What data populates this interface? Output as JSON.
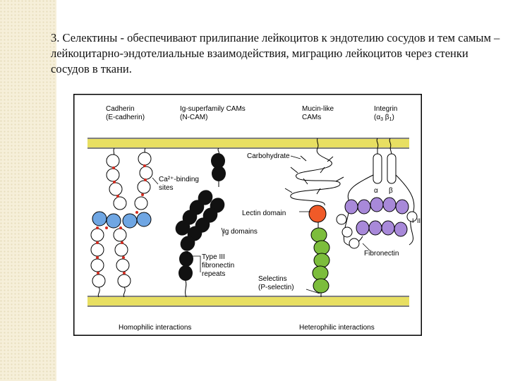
{
  "slide": {
    "text": "3. Селектины - обеспечивают прилипание лейкоцитов к эндотелию сосудов и тем самым – лейкоцитарно-эндотелиальные взаимодействия, миграцию лейкоцитов через стенки сосудов в ткани."
  },
  "figure": {
    "colors": {
      "membrane": "#e8df62",
      "frame": "#000000",
      "calcium_site": "#d42a1e",
      "cadherin_blue": "#6fa6e3",
      "ncam": "#111111",
      "lectin": "#f05a28",
      "selectin": "#7cbd3c",
      "fibronectin": "#a889d9"
    },
    "labels": {
      "cadherin": "Cadherin",
      "cadherin_sub": "(E-cadherin)",
      "ig_superfamily": "Ig-superfamily CAMs",
      "ig_superfamily_sub": "(N-CAM)",
      "mucin": "Mucin-like",
      "mucin_sub": "CAMs",
      "integrin": "Integrin",
      "integrin_sub_a": "(α",
      "integrin_sub_a_idx": "3",
      "integrin_sub_b": " β",
      "integrin_sub_b_idx": "1",
      "integrin_sub_c": ")",
      "carbohydrate": "Carbohydrate",
      "ca_binding_1": "Ca²⁺-binding",
      "ca_binding_2": "sites",
      "lectin_domain": "Lectin domain",
      "ig_domains": "Ig domains",
      "type3_1": "Type III",
      "type3_2": "fibronectin",
      "type3_3": "repeats",
      "selectins": "Selectins",
      "selectins_sub": "(P-selectin)",
      "fibronectin": "Fibronectin",
      "alpha": "α",
      "beta": "β",
      "roman_one": "I",
      "roman_two": "II",
      "homophilic": "Homophilic interactions",
      "heterophilic": "Heterophilic interactions"
    }
  }
}
